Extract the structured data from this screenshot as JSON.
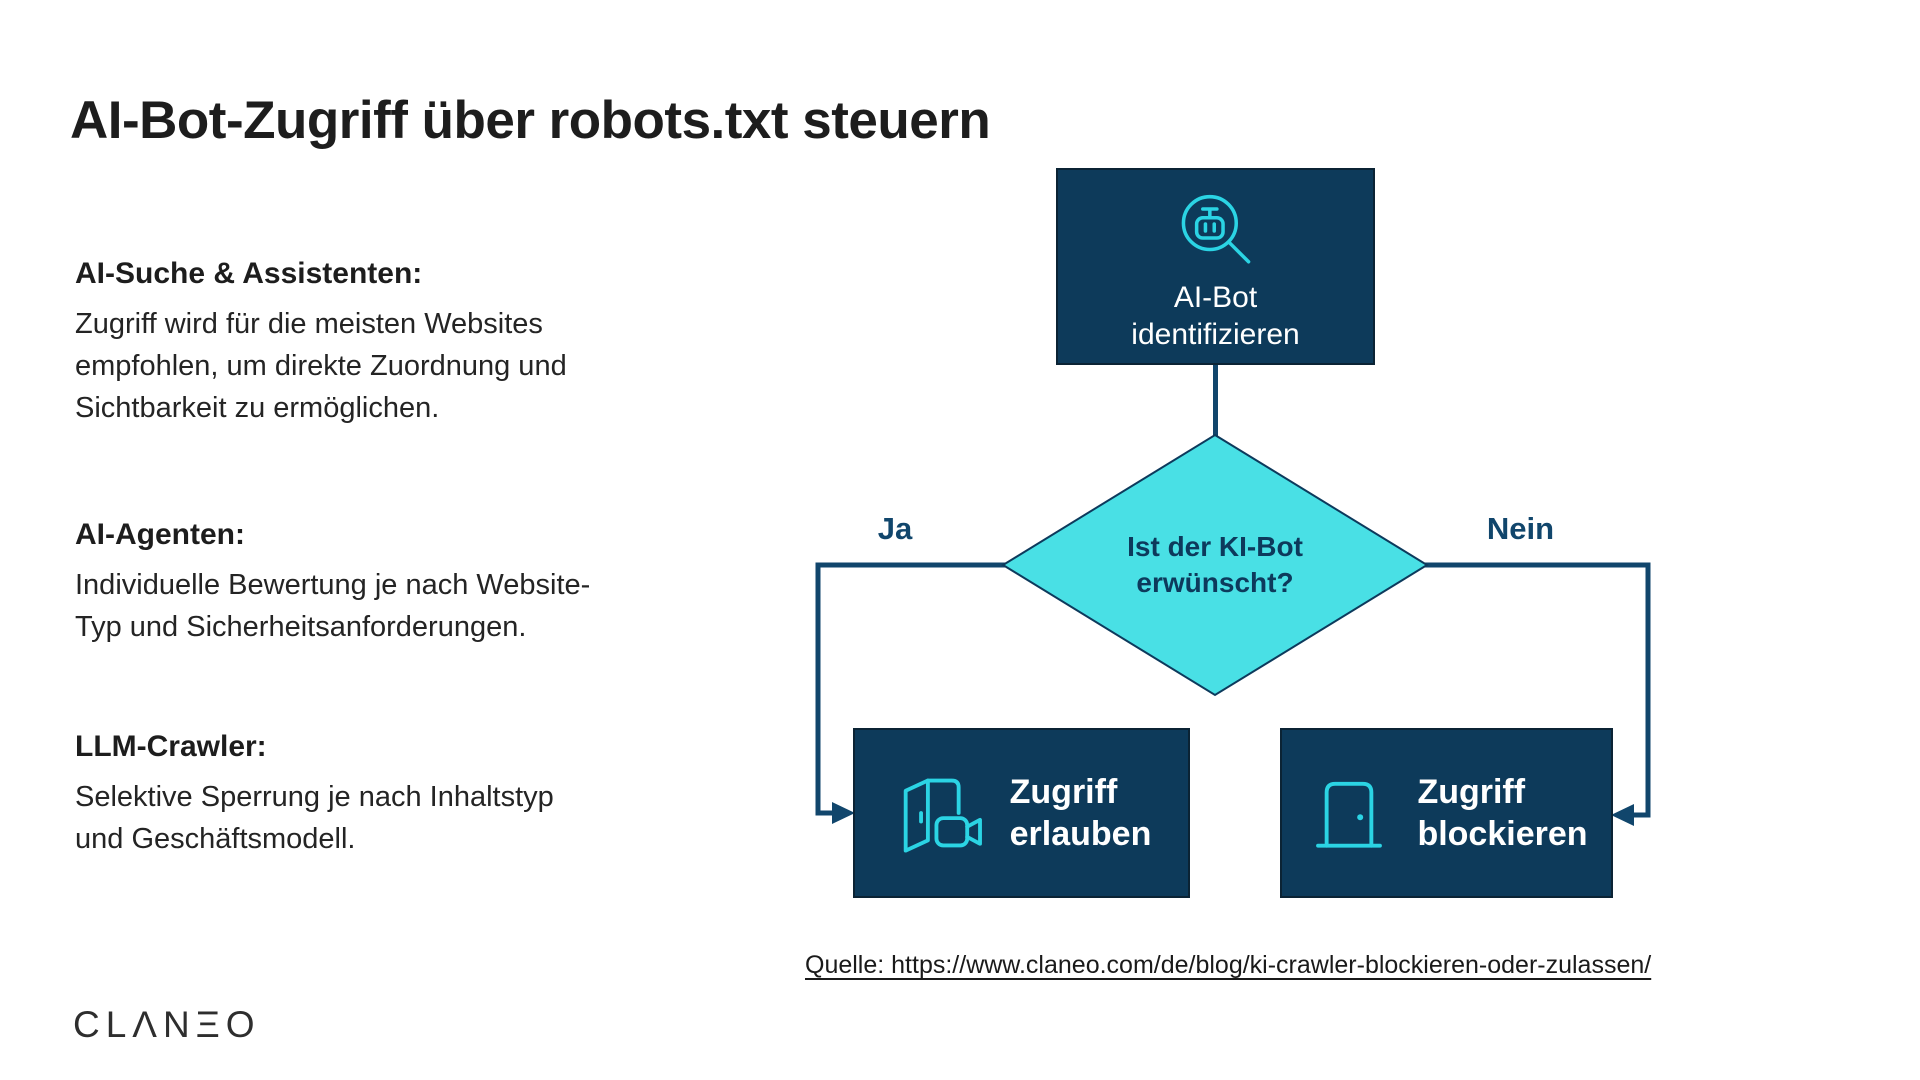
{
  "title": "AI-Bot-Zugriff über robots.txt steuern",
  "info_blocks": [
    {
      "heading": "AI-Suche & Assistenten:",
      "body": "Zugriff wird für die meisten Websites\nempfohlen, um direkte Zuordnung und\nSichtbarkeit zu ermöglichen."
    },
    {
      "heading": "AI-Agenten:",
      "body": "Individuelle Bewertung je nach Website-\nTyp und Sicherheitsanforderungen."
    },
    {
      "heading": "LLM-Crawler:",
      "body": "Selektive Sperrung je nach Inhaltstyp\nund Geschäftsmodell."
    }
  ],
  "flowchart": {
    "start_node": {
      "label": "AI-Bot\nidentifizieren",
      "icon": "bot-search-icon"
    },
    "decision": {
      "question": "Ist der KI-Bot\nerwünscht?"
    },
    "branch_yes": "Ja",
    "branch_no": "Nein",
    "allow_node": {
      "label": "Zugriff\nerlauben",
      "icon": "open-door-icon"
    },
    "block_node": {
      "label": "Zugriff\nblockieren",
      "icon": "closed-door-icon"
    }
  },
  "source": "Quelle: https://www.claneo.com/de/blog/ki-crawler-blockieren-oder-zulassen/",
  "logo": "CLΛNΞO",
  "colors": {
    "navy_box": "#0d3a5a",
    "box_border": "#0b2334",
    "line_navy": "#11466c",
    "diamond_fill": "#49e0e5",
    "diamond_border": "#0d3a5c",
    "icon_cyan": "#2bd4e4",
    "text_dark": "#1d1d1d"
  }
}
